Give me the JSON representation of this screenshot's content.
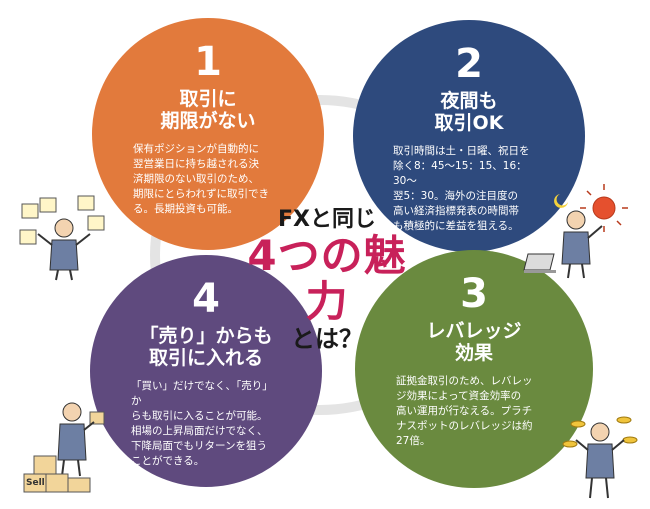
{
  "center": {
    "line1": "FXと同じ",
    "line2": "4つの魅力",
    "line3": "とは？"
  },
  "points": [
    {
      "number": "1",
      "title": "取引に\n期限がない",
      "body": "保有ポジションが自動的に\n翌営業日に持ち越される決\n済期限のない取引のため、\n期限にとらわれずに取引でき\nる。長期投資も可能。",
      "color": "#e27a3c"
    },
    {
      "number": "2",
      "title": "夜間も\n取引OK",
      "body": "取引時間は土・日曜、祝日を\n除く8：45〜15：15、16：30〜\n翌5：30。海外の注目度の\n高い経済指標発表の時間帯\nも積極的に差益を狙える。",
      "color": "#2e4a7d"
    },
    {
      "number": "3",
      "title": "レバレッジ\n効果",
      "body": "証拠金取引のため、レバレッ\nジ効果によって資金効率の\n高い運用が行なえる。プラチ\nナスポットのレバレッジは約\n27倍。",
      "color": "#6a8a3f"
    },
    {
      "number": "4",
      "title": "「売り」からも\n取引に入れる",
      "body": "「買い」だけでなく、「売り」か\nらも取引に入ることが可能。\n相場の上昇局面だけでなく、\n下降局面でもリターンを狙う\nことができる。",
      "color": "#5f4a7e"
    }
  ],
  "illustrations": {
    "sell_box_label": "Sell",
    "top_left": "businessman-with-documents",
    "top_right": "businessman-night-laptop",
    "bottom_left": "businessman-with-boxes",
    "bottom_right": "businessman-with-coins"
  }
}
